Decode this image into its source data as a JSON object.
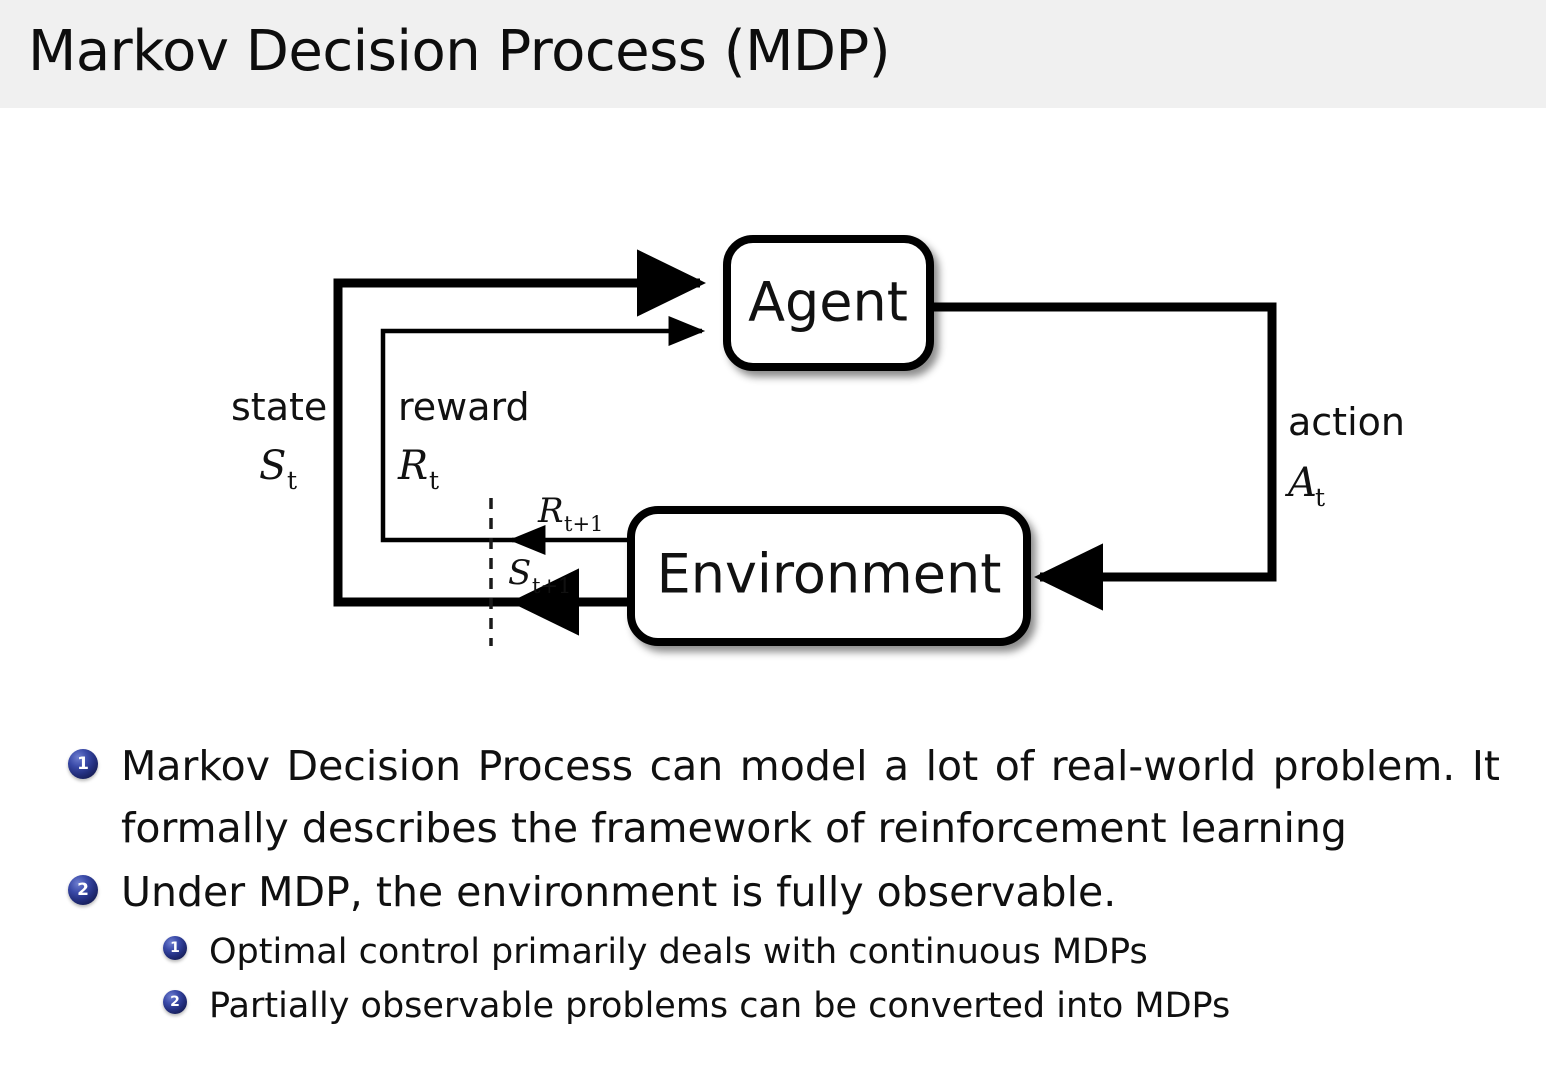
{
  "slide": {
    "title": "Markov Decision Process (MDP)",
    "header_background": "#f0f0f0",
    "page_background": "#ffffff"
  },
  "diagram": {
    "name": "agent-environment-interaction-loop",
    "nodes": [
      {
        "id": "agent",
        "label": "Agent"
      },
      {
        "id": "environment",
        "label": "Environment"
      }
    ],
    "edges": [
      {
        "id": "state",
        "word": "state",
        "symbol": "S",
        "subscript": "t",
        "from": "environment",
        "to": "agent",
        "style": "thick"
      },
      {
        "id": "reward",
        "word": "reward",
        "symbol": "R",
        "subscript": "t",
        "from": "environment",
        "to": "agent",
        "style": "thin"
      },
      {
        "id": "action",
        "word": "action",
        "symbol": "A",
        "subscript": "t",
        "from": "agent",
        "to": "environment",
        "style": "thick"
      },
      {
        "id": "reward-next",
        "word": "",
        "symbol": "R",
        "subscript": "t+1",
        "from": "environment",
        "to": "reward-line",
        "style": "thin"
      },
      {
        "id": "state-next",
        "word": "",
        "symbol": "S",
        "subscript": "t+1",
        "from": "environment",
        "to": "state-line",
        "style": "thick"
      }
    ],
    "time_separator": {
      "name": "dashed-time-boundary",
      "style": "dashed-vertical"
    },
    "line_color": "#000000",
    "node_fill": "#ffffff",
    "node_border": "#000000"
  },
  "bullets": [
    {
      "number": "1",
      "level": 1,
      "text": "Markov Decision Process can model a lot of real-world problem. It formally describes the framework of reinforcement learning"
    },
    {
      "number": "2",
      "level": 1,
      "text": "Under MDP, the environment is fully observable."
    },
    {
      "number": "1",
      "level": 2,
      "text": "Optimal control primarily deals with continuous MDPs"
    },
    {
      "number": "2",
      "level": 2,
      "text": "Partially observable problems can be converted into MDPs"
    }
  ],
  "colors": {
    "bullet_marker": "#232f7e",
    "text": "#101010"
  }
}
